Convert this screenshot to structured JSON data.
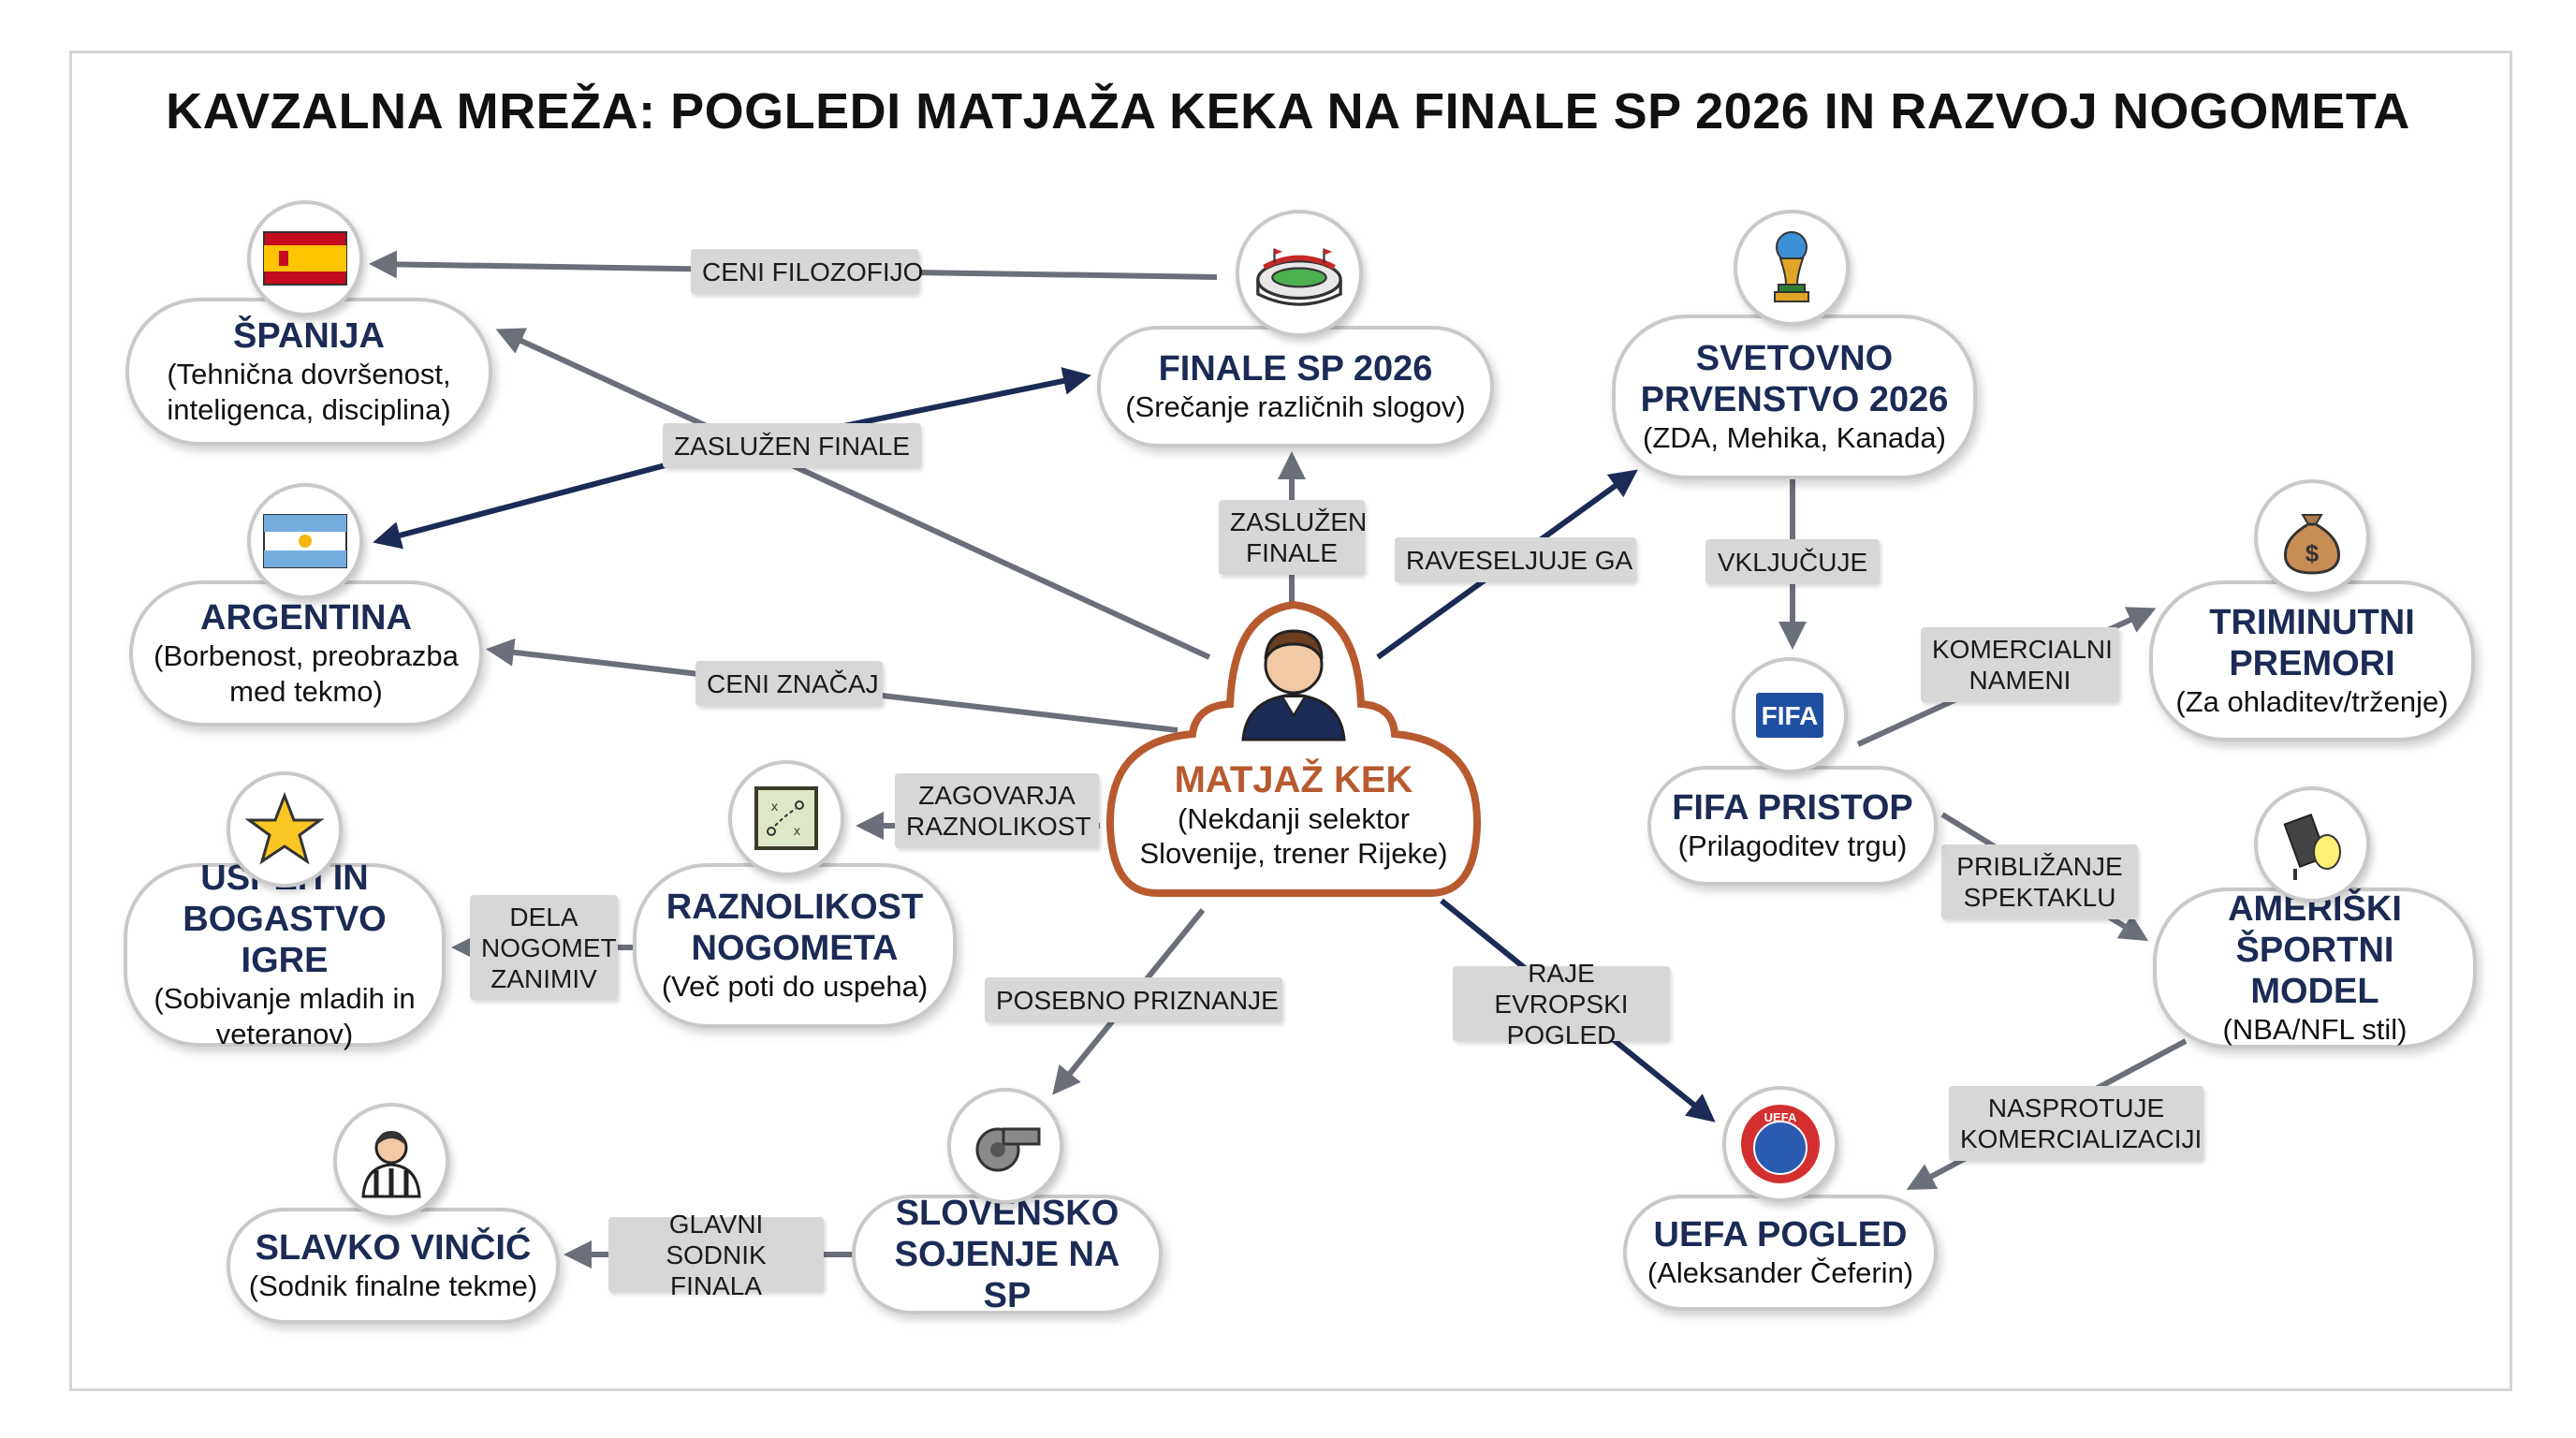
{
  "title": "KAVZALNA MREŽA: POGLEDI MATJAŽA KEKA NA FINALE SP 2026 IN RAZVOJ NOGOMETA",
  "colors": {
    "center_accent": "#b85a2f",
    "node_title": "#1b2b55",
    "edge_dark": "#1b2b55",
    "edge_gray": "#6b6f7a",
    "label_bg": "#d7d7d7"
  },
  "nodes": {
    "center": {
      "title": "MATJAŽ KEK",
      "subtitle": "(Nekdanji selektor Slovenije, trener Rijeke)",
      "icon": "coach-avatar-icon"
    },
    "spanija": {
      "title": "ŠPANIJA",
      "subtitle": "(Tehnična dovršenost, inteligenca, disciplina)",
      "icon": "spain-flag-icon"
    },
    "argentina": {
      "title": "ARGENTINA",
      "subtitle": "(Borbenost, preobrazba med tekmo)",
      "icon": "argentina-flag-icon"
    },
    "finale": {
      "title": "FINALE SP 2026",
      "subtitle": "(Srečanje različnih slogov)",
      "icon": "stadium-icon"
    },
    "svetovno": {
      "title": "SVETOVNO PRVENSTVO 2026",
      "subtitle": "(ZDA, Mehika, Kanada)",
      "icon": "world-cup-trophy-icon"
    },
    "fifa": {
      "title": "FIFA PRISTOP",
      "subtitle": "(Prilagoditev trgu)",
      "icon": "fifa-logo-icon",
      "logo_text": "FIFA"
    },
    "triminutni": {
      "title": "TRIMINUTNI PREMORI",
      "subtitle": "(Za ohladitev/trženje)",
      "icon": "money-bag-icon"
    },
    "americki": {
      "title": "AMERIŠKI ŠPORTNI MODEL",
      "subtitle": "(NBA/NFL stil)",
      "icon": "spotlight-icon"
    },
    "uefa": {
      "title": "UEFA POGLED",
      "subtitle": "(Aleksander Čeferin)",
      "icon": "uefa-logo-icon",
      "logo_text": "UEFA"
    },
    "raznolikost": {
      "title": "RAZNOLIKOST NOGOMETA",
      "subtitle": "(Več poti do uspeha)",
      "icon": "tactics-board-icon"
    },
    "uspeh": {
      "title": "USPEH IN BOGASTVO IGRE",
      "subtitle": "(Sobivanje mladih in veteranov)",
      "icon": "star-icon"
    },
    "sojenje": {
      "title": "SLOVENSKO SOJENJE NA SP",
      "subtitle": "",
      "icon": "whistle-icon"
    },
    "vincic": {
      "title": "SLAVKO VINČIĆ",
      "subtitle": "(Sodnik finalne tekme)",
      "icon": "referee-avatar-icon"
    }
  },
  "edge_labels": {
    "ceni_filozofijo": "CENI FILOZOFIJO",
    "zasluzen_finale": "ZASLUŽEN FINALE",
    "ceni_znacaj": "CENI ZNAČAJ",
    "zasluzen_finale_up": "ZASLUŽEN FINALE",
    "raveseljuje_ga": "RAVESELJUJE GA",
    "vkljucuje": "VKLJUČUJE",
    "komercialni_nameni": "KOMERCIALNI NAMENI",
    "priblizanje_spektaklu": "PRIBLIŽANJE SPEKTAKLU",
    "nasprotuje": "NASPROTUJE KOMERCIALIZACIJI",
    "raje_evropski": "RAJE EVROPSKI POGLED",
    "zagovarja": "ZAGOVARJA RAZNOLIKOST",
    "dela_nogomet": "DELA NOGOMET ZANIMIV",
    "posebno_priznanje": "POSEBNO PRIZNANJE",
    "glavni_sodnik": "GLAVNI SODNIK FINALA"
  }
}
